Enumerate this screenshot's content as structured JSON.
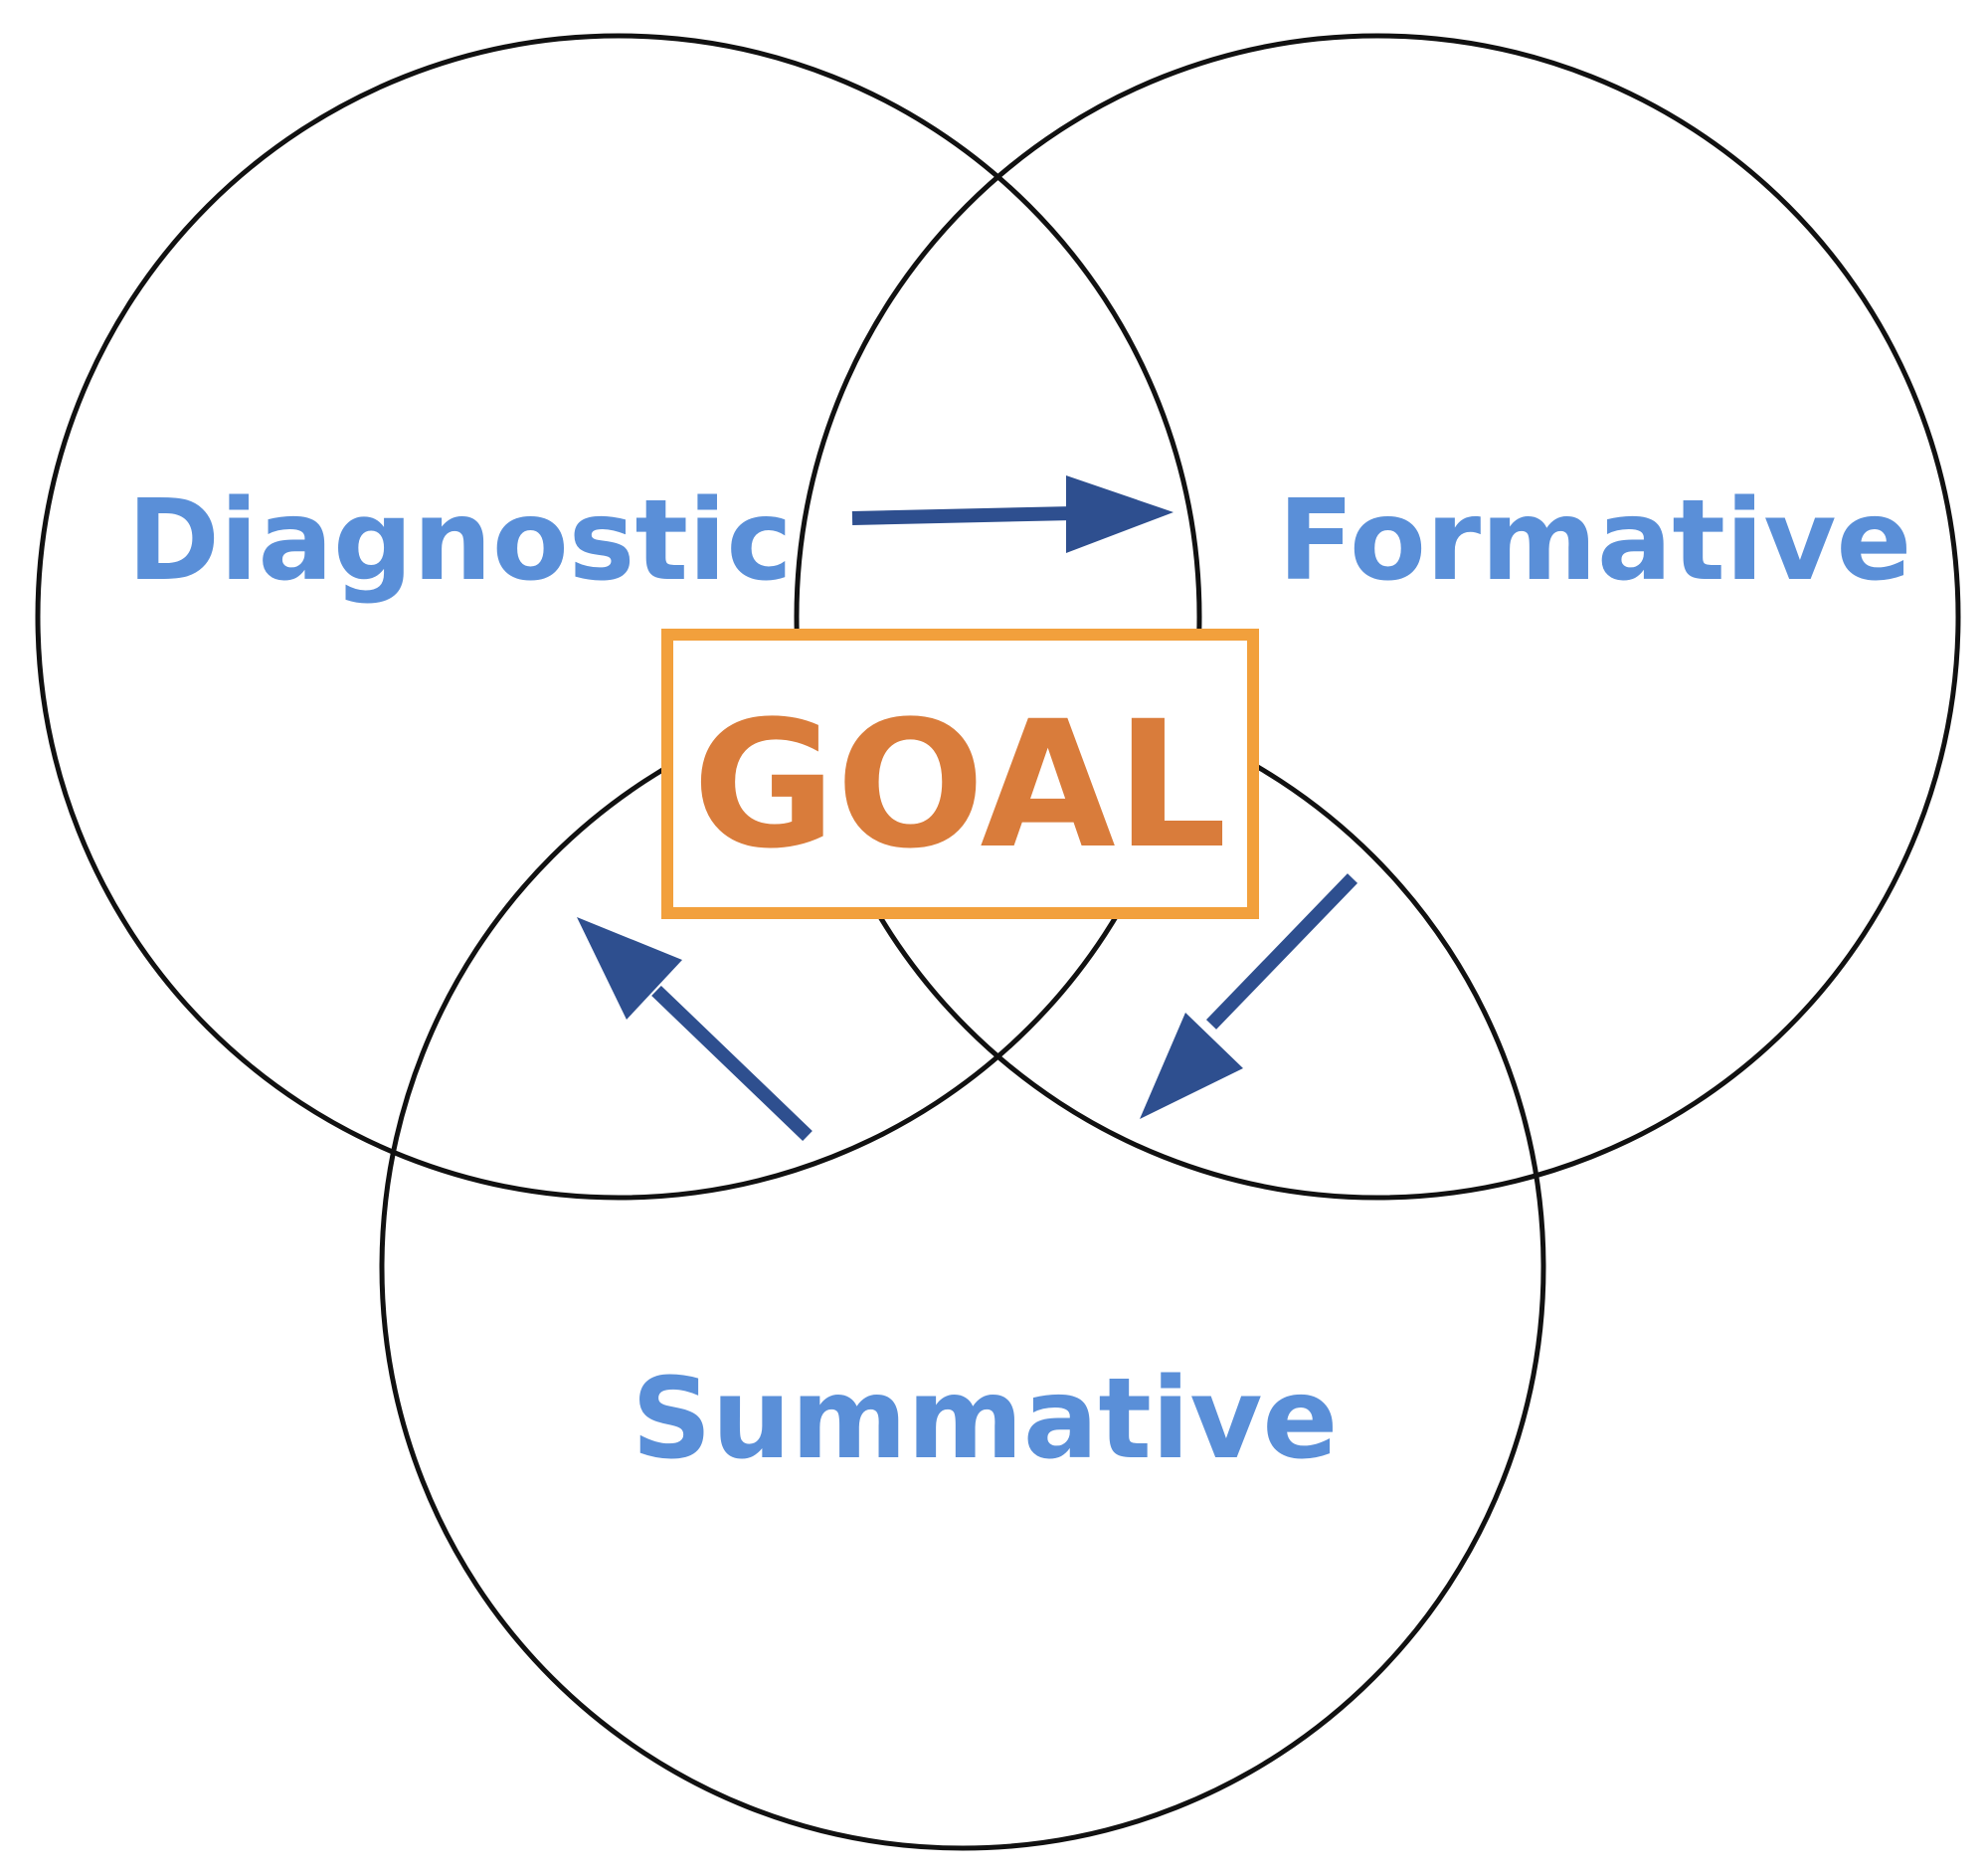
{
  "diagram": {
    "labels": {
      "diagnostic": "Diagnostic",
      "formative": "Formative",
      "summative": "Summative",
      "goal": "GOAL"
    },
    "colors": {
      "label": "#5a8fd8",
      "arrow": "#2e4f8f",
      "goal_border": "#f2a03c",
      "goal_text": "#d97c3b",
      "circle_stroke": "#111111"
    }
  }
}
